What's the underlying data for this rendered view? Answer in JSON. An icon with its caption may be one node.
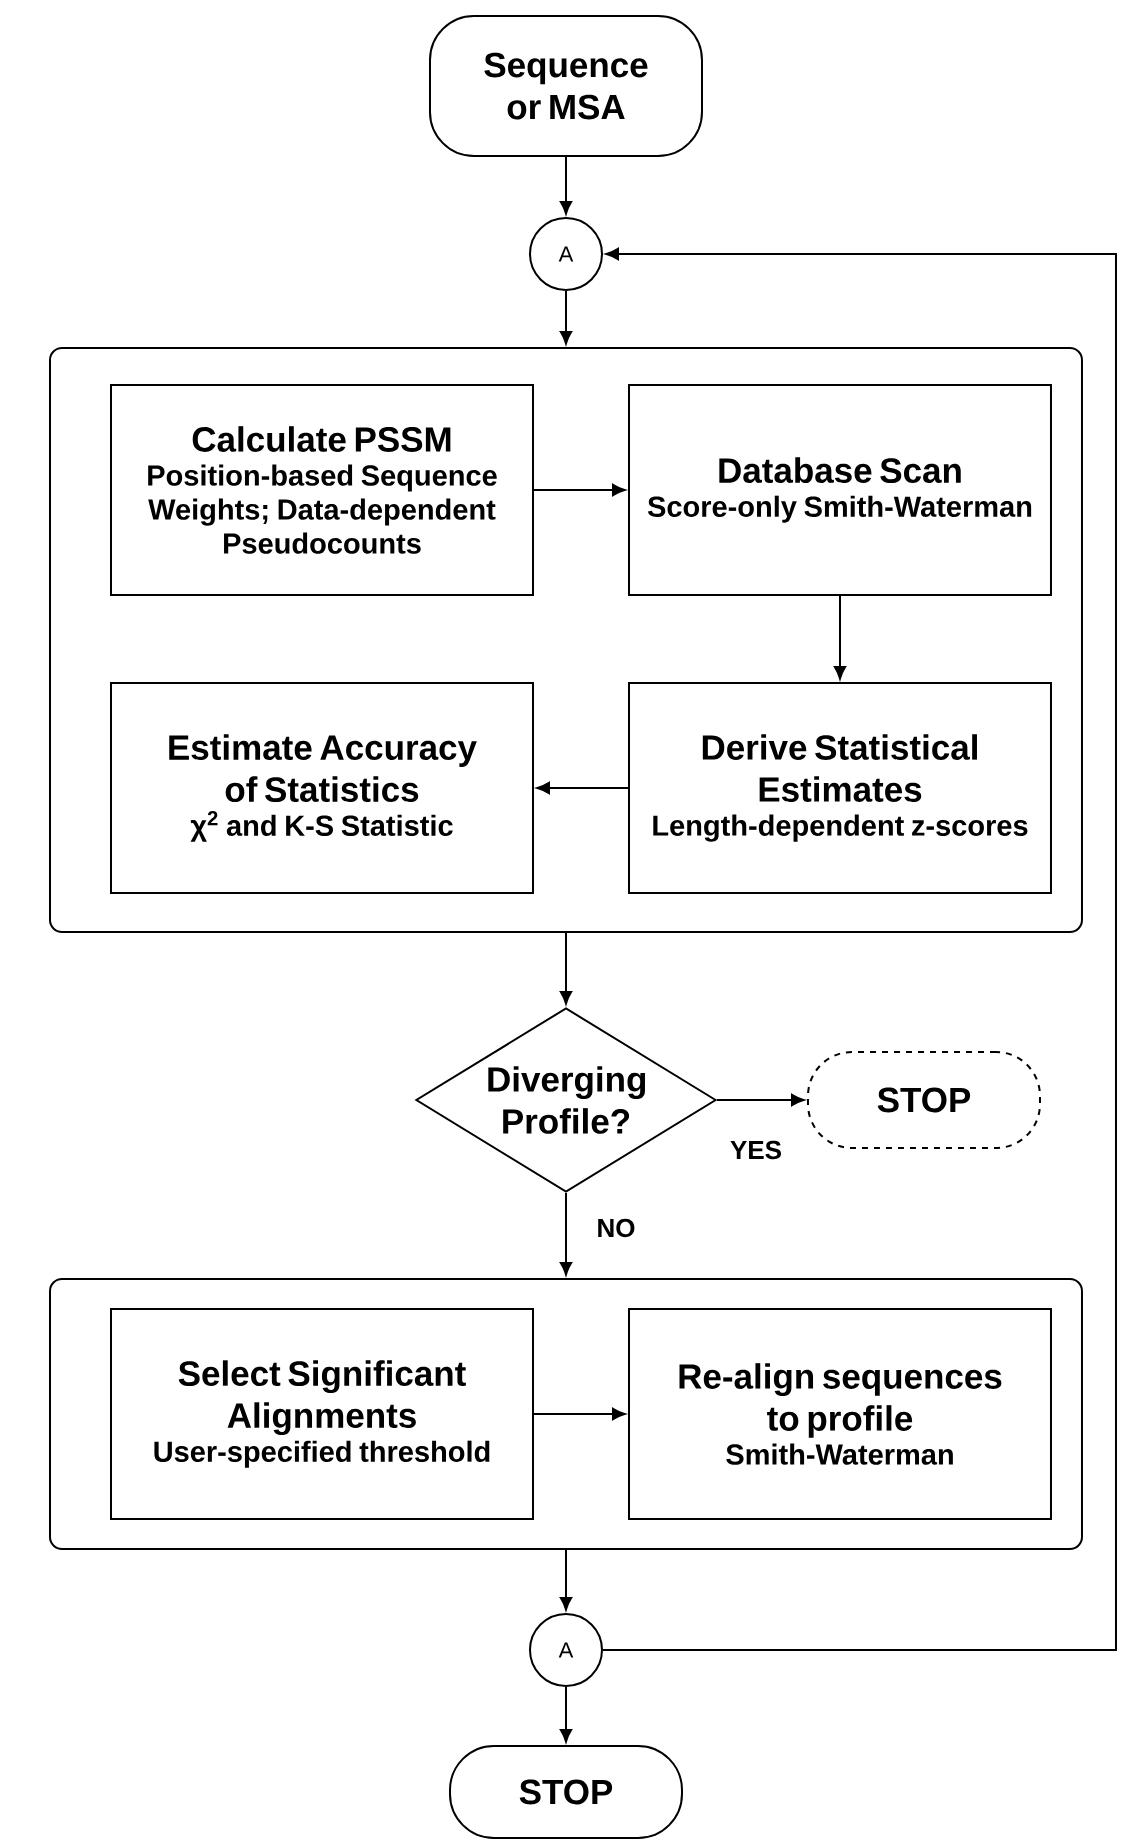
{
  "diagram": {
    "nodes": [
      {
        "text": [
          "Sequence or MSA"
        ]
      },
      {
        "text": [
          "A"
        ]
      },
      {
        "text": [],
        "shape": "box"
      },
      {
        "text": [
          "Calculate PSSM",
          "Position-based Sequence Weights; Data-dependent Pseudocounts"
        ],
        "in": 2
      },
      {
        "text": [
          "Database Scan",
          "Score-only Smith-Waterman"
        ],
        "in": 2
      },
      {
        "text": [
          "Derive Statistical Estimates",
          "Length-dependent z-scores"
        ],
        "in": 2
      },
      {
        "text": [
          "Estimate Accuracy of Statistics",
          "χ$^{2}$ and K-S Statistic"
        ],
        "in": 2
      },
      {
        "text": [
          "Diverging Profile?"
        ]
      },
      {
        "text": [
          "STOP"
        ]
      },
      {
        "text": [],
        "shape": "box"
      },
      {
        "text": [
          "Select Significant Alignments",
          "User-specified threshold"
        ],
        "in": 9
      },
      {
        "text": [
          "Re-align sequences to profile",
          "Smith-Waterman"
        ],
        "in": 9
      },
      {
        "text": [
          "A"
        ]
      },
      {
        "text": [
          "STOP"
        ]
      }
    ],
    "edges": [
      {
        "from": 0,
        "to": 1,
        "arrow": "to"
      },
      {
        "from": 1,
        "to": 2,
        "arrow": "to"
      },
      {
        "from": 3,
        "to": 4,
        "arrow": "to"
      },
      {
        "from": 4,
        "to": 5,
        "arrow": "to"
      },
      {
        "from": 5,
        "to": 6,
        "arrow": "to"
      },
      {
        "from": 2,
        "to": 7,
        "arrow": "to"
      },
      {
        "from": 7,
        "to": 8,
        "arrow": "to",
        "label": "YES"
      },
      {
        "from": 7,
        "to": 9,
        "arrow": "to",
        "label": "NO"
      },
      {
        "from": 10,
        "to": 11,
        "arrow": "to"
      },
      {
        "from": 9,
        "to": 12,
        "arrow": "to"
      },
      {
        "from": 12,
        "to": 13,
        "arrow": "to"
      },
      {
        "from": 12,
        "to": 1,
        "arrow": "to"
      }
    ]
  }
}
